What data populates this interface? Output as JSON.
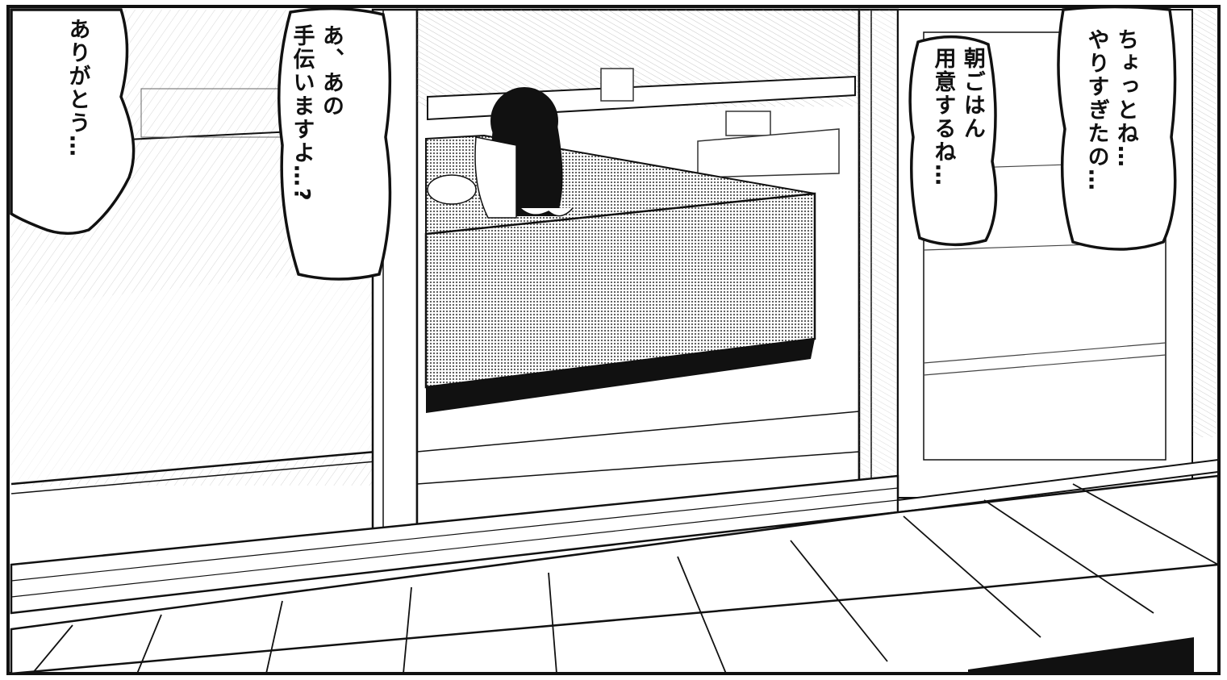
{
  "scene": {
    "colors": {
      "ink": "#111111",
      "paper": "#ffffff",
      "screentone": "#8a8a8a",
      "hatch": "#9a9a9a"
    }
  },
  "bubbles": {
    "left": {
      "text": "ありがとう…"
    },
    "center_left": {
      "text": "あ、あの\n手伝いますよ…?"
    },
    "center_right": {
      "text": "朝ごはん\n用意するね…"
    },
    "right": {
      "text": "ちょっとね…\nやりすぎたの…"
    }
  }
}
